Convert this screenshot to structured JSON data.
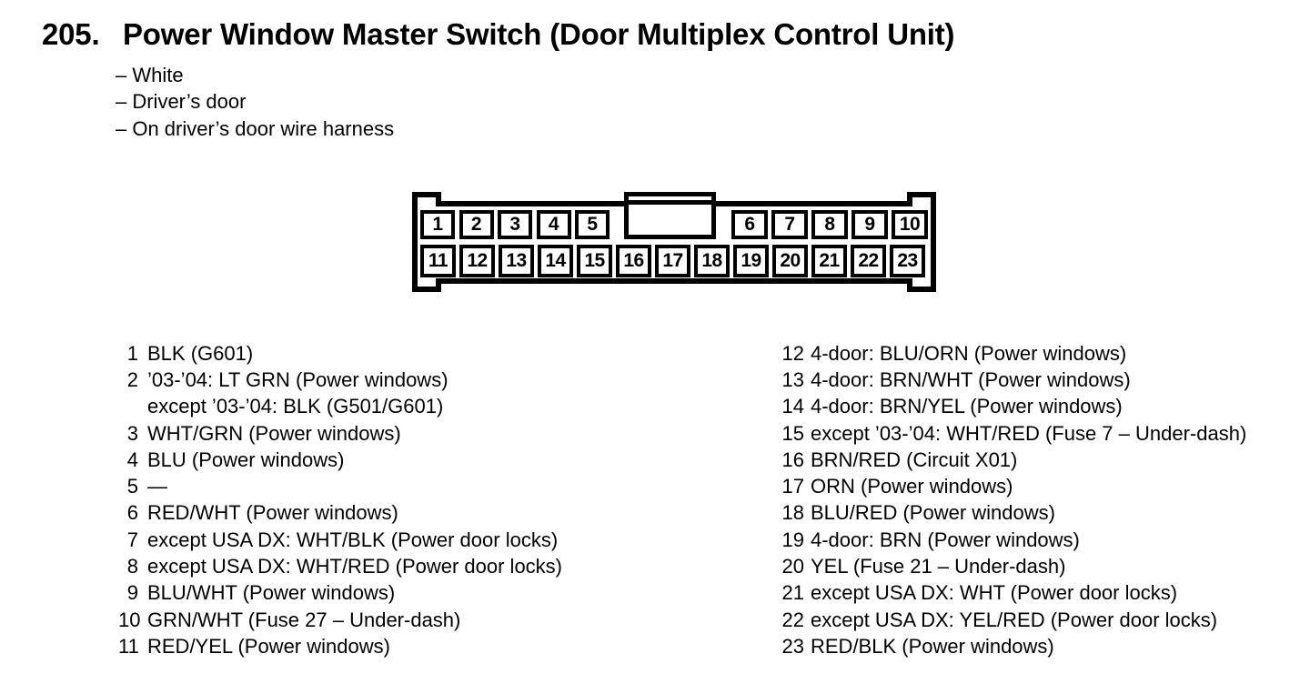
{
  "page": {
    "number": "205.",
    "title": "Power Window Master Switch (Door Multiplex Control Unit)",
    "notes": [
      "– White",
      "– Driver’s door",
      "– On driver’s door wire harness"
    ]
  },
  "connector": {
    "description": "23-cavity connector, front view",
    "row_top_left": [
      "1",
      "2",
      "3",
      "4",
      "5"
    ],
    "row_top_right": [
      "6",
      "7",
      "8",
      "9",
      "10"
    ],
    "row_bottom": [
      "11",
      "12",
      "13",
      "14",
      "15",
      "16",
      "17",
      "18",
      "19",
      "20",
      "21",
      "22",
      "23"
    ]
  },
  "pins": {
    "left": [
      {
        "num": "1",
        "desc": "BLK (G601)"
      },
      {
        "num": "2",
        "desc": "’03-’04: LT GRN (Power windows)"
      },
      {
        "num": "",
        "desc": "except ’03-’04: BLK (G501/G601)"
      },
      {
        "num": "3",
        "desc": "WHT/GRN (Power windows)"
      },
      {
        "num": "4",
        "desc": "BLU (Power windows)"
      },
      {
        "num": "5",
        "desc": "—"
      },
      {
        "num": "6",
        "desc": "RED/WHT (Power windows)"
      },
      {
        "num": "7",
        "desc": "except USA DX: WHT/BLK (Power door locks)"
      },
      {
        "num": "8",
        "desc": "except USA DX: WHT/RED (Power door locks)"
      },
      {
        "num": "9",
        "desc": "BLU/WHT (Power windows)"
      },
      {
        "num": "10",
        "desc": "GRN/WHT (Fuse 27 – Under-dash)"
      },
      {
        "num": "11",
        "desc": "RED/YEL (Power windows)"
      }
    ],
    "right": [
      {
        "num": "12",
        "desc": "4-door: BLU/ORN (Power windows)"
      },
      {
        "num": "13",
        "desc": "4-door: BRN/WHT (Power windows)"
      },
      {
        "num": "14",
        "desc": "4-door: BRN/YEL (Power windows)"
      },
      {
        "num": "15",
        "desc": "except ’03-’04: WHT/RED (Fuse 7 – Under-dash)"
      },
      {
        "num": "16",
        "desc": "BRN/RED (Circuit X01)"
      },
      {
        "num": "17",
        "desc": "ORN (Power windows)"
      },
      {
        "num": "18",
        "desc": "BLU/RED (Power windows)"
      },
      {
        "num": "19",
        "desc": "4-door: BRN (Power windows)"
      },
      {
        "num": "20",
        "desc": "YEL (Fuse 21 – Under-dash)"
      },
      {
        "num": "21",
        "desc": "except USA DX: WHT (Power door locks)"
      },
      {
        "num": "22",
        "desc": "except USA DX: YEL/RED (Power door locks)"
      },
      {
        "num": "23",
        "desc": "RED/BLK (Power windows)"
      }
    ]
  },
  "colors": {
    "ink": "#000000",
    "paper": "#ffffff"
  }
}
